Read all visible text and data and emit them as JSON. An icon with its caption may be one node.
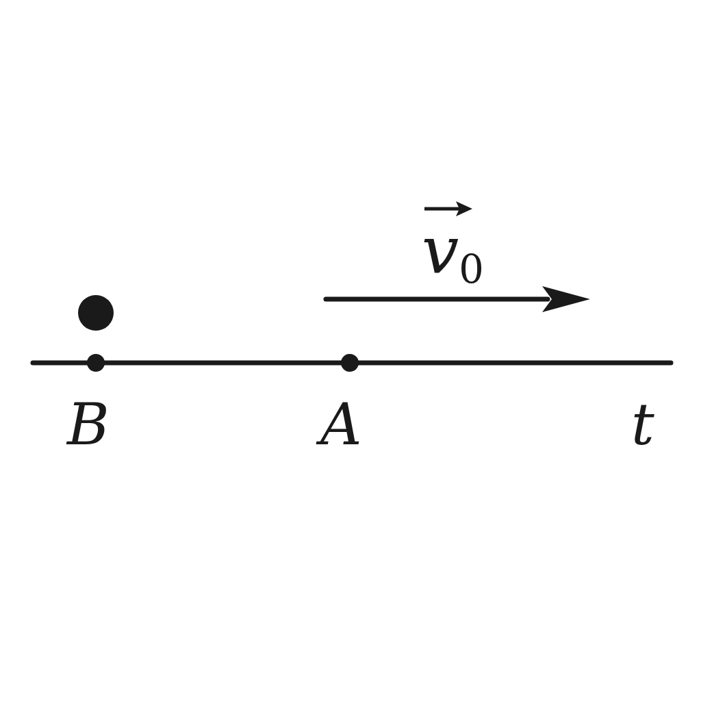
{
  "diagram": {
    "labels": [
      "v$_{0}$",
      "B",
      "A",
      "t"
    ]
  }
}
